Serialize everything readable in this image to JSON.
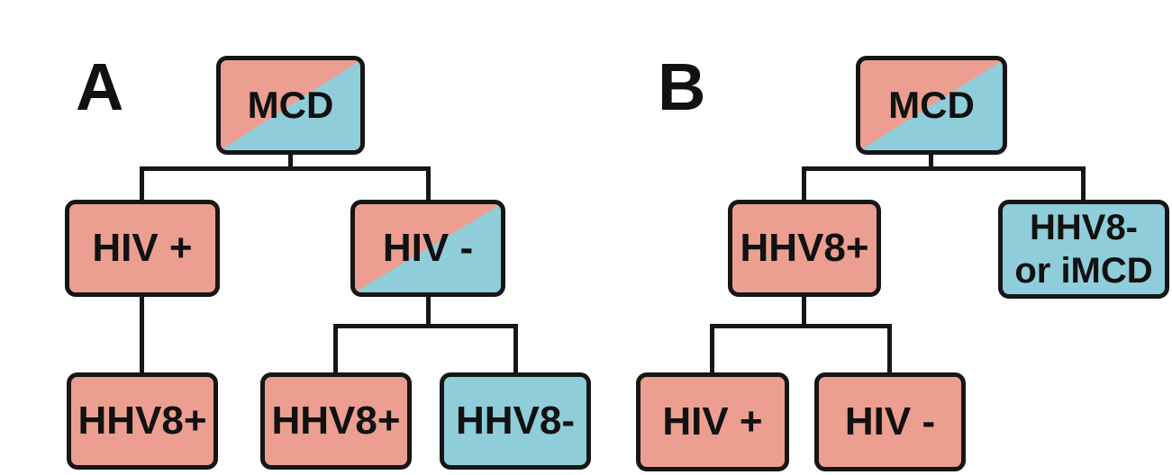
{
  "figure": {
    "type": "classification-tree-diagram",
    "background": "#FFFFFF"
  },
  "colors": {
    "pink": "#EC9F90",
    "blue": "#8FCDDA",
    "stroke": "#161616",
    "text": "#111111",
    "background": "#FFFFFF"
  },
  "panelA": {
    "label": "A",
    "root": {
      "label": "MCD",
      "fill": "split"
    },
    "hiv_positive": {
      "label": "HIV +",
      "fill": "pink"
    },
    "hiv_negative": {
      "label": "HIV -",
      "fill": "split"
    },
    "hhv8_positive_left": {
      "label": "HHV8+",
      "fill": "pink"
    },
    "hhv8_positive_mid": {
      "label": "HHV8+",
      "fill": "pink"
    },
    "hhv8_negative": {
      "label": "HHV8-",
      "fill": "blue"
    }
  },
  "panelB": {
    "label": "B",
    "root": {
      "label": "MCD",
      "fill": "split"
    },
    "hhv8_positive": {
      "label": "HHV8+",
      "fill": "pink"
    },
    "hhv8_negative_imcd": {
      "line1": "HHV8-",
      "line2": "or iMCD",
      "fill": "blue"
    },
    "hiv_positive": {
      "label": "HIV +",
      "fill": "pink"
    },
    "hiv_negative": {
      "label": "HIV -",
      "fill": "pink"
    }
  }
}
